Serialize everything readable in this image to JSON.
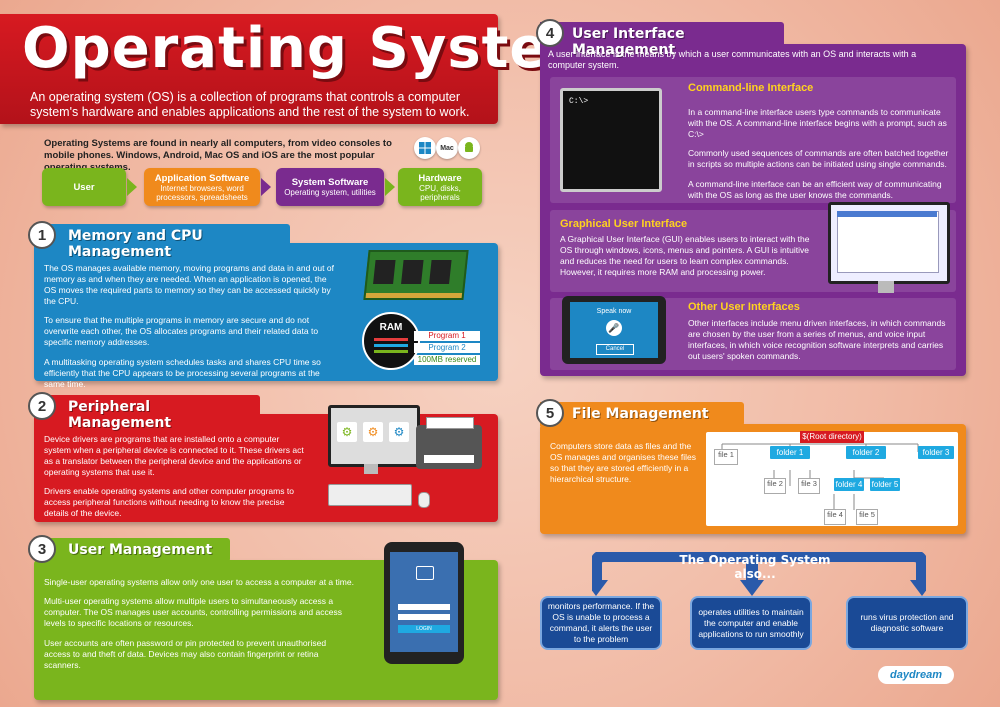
{
  "header": {
    "title": "Operating Systems",
    "intro": "An operating system (OS) is a collection of programs that controls a computer system's hardware and enables applications and the rest of the system to work."
  },
  "found_text": "Operating Systems are found in nearly all computers, from video consoles to mobile phones. Windows, Android, Mac OS and iOS are the most popular operating systems.",
  "os_logos": [
    "Windows",
    "Mac",
    "Android"
  ],
  "flow": [
    {
      "title": "User",
      "desc": ""
    },
    {
      "title": "Application Software",
      "desc": "Internet browsers, word processors, spreadsheets"
    },
    {
      "title": "System Software",
      "desc": "Operating system, utilities"
    },
    {
      "title": "Hardware",
      "desc": "CPU, disks, peripherals"
    }
  ],
  "sections": {
    "memory": {
      "number": "1",
      "title": "Memory and CPU Management",
      "paragraphs": [
        "The OS manages available memory, moving programs and data in and out of memory as and when they are needed. When an application is opened, the OS moves the required parts to memory so they can be accessed quickly by the CPU.",
        "To ensure that the multiple programs in memory are secure and do not overwrite each other, the OS allocates programs and their related data to specific memory addresses.",
        "A multitasking operating system schedules tasks and shares CPU time so efficiently that the CPU appears to be processing several programs at the same time."
      ],
      "ram_label": "RAM",
      "ram_items": [
        "Program 1",
        "Program 2",
        "100MB reserved"
      ]
    },
    "peripheral": {
      "number": "2",
      "title": "Peripheral Management",
      "paragraphs": [
        "Device drivers are programs that are installed onto a computer system when a peripheral device is connected to it. These drivers act as a translator between the peripheral device and the applications or operating systems that use it.",
        "Drivers enable operating systems and other computer programs to access peripheral functions without needing to know the precise details of the device."
      ]
    },
    "user": {
      "number": "3",
      "title": "User Management",
      "paragraphs": [
        "Single-user operating systems allow only one user to access a computer at a time.",
        "Multi-user operating systems allow multiple users to simultaneously access a computer. The OS manages user accounts, controlling permissions and access levels to specific locations or resources.",
        "User accounts are often password or pin protected to prevent unauthorised access to and theft of data. Devices may also contain fingerprint or retina scanners."
      ],
      "login_button": "LOGIN"
    },
    "ui": {
      "number": "4",
      "title": "User Interface Management",
      "intro": "A user interface is the means by which a user communicates with an OS and interacts with a computer system.",
      "cli": {
        "title": "Command-line Interface",
        "prompt": "C:\\>",
        "paragraphs": [
          "In a command-line interface users type commands to communicate with the OS. A command-line interface begins with a prompt, such as C:\\>",
          "Commonly used sequences of commands are often batched together in scripts so multiple actions can be initiated using single commands.",
          "A command-line interface can be an efficient way of communicating with the OS as long as the user knows the commands."
        ]
      },
      "gui": {
        "title": "Graphical User Interface",
        "text": "A Graphical User Interface (GUI) enables users to interact with the OS through windows, icons, menus and pointers. A GUI is intuitive and reduces the need for users to learn complex commands. However, it requires more RAM and processing power."
      },
      "other": {
        "title": "Other User Interfaces",
        "text": "Other interfaces include menu driven interfaces, in which commands are chosen by the user from a series of menus, and voice input interfaces, in which voice recognition software interprets and carries out users' spoken commands.",
        "speak": "Speak now",
        "cancel": "Cancel"
      }
    },
    "file": {
      "number": "5",
      "title": "File Management",
      "text": "Computers store data as files and the OS manages and organises these files so that they are stored efficiently in a hierarchical structure.",
      "tree": {
        "root": "$(Root directory)",
        "file1": "file 1",
        "folder1": "folder 1",
        "folder2": "folder 2",
        "folder3": "folder 3",
        "file2": "file 2",
        "file3": "file 3",
        "folder4": "folder 4",
        "folder5": "folder 5",
        "file4": "file 4",
        "file5": "file 5"
      }
    }
  },
  "also": {
    "title": "The Operating System also...",
    "items": [
      "monitors performance. If the OS is unable to process a command, it alerts the user to the problem",
      "operates utilities to maintain the computer and enable applications to run smoothly",
      "runs virus protection and diagnostic software"
    ]
  },
  "brand": "daydream",
  "colors": {
    "red": "#d71a21",
    "blue": "#1d87c4",
    "green": "#7ab51d",
    "purple": "#7a2b8f",
    "orange": "#f08a1c",
    "navy": "#1a4a96"
  }
}
